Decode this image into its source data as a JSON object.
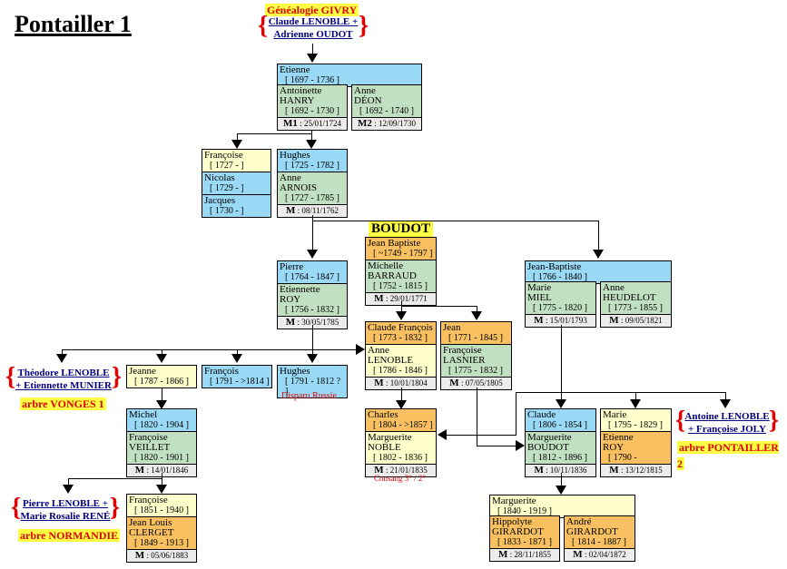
{
  "page_title": "Pontailler 1",
  "colors": {
    "blue": "#99d9f5",
    "green": "#c1e0c1",
    "yellow": "#ffffcc",
    "orange": "#f8c060",
    "gray": "#ececec",
    "highlight": "#ffff44",
    "red": "#e00000",
    "link": "#000080"
  },
  "top_link": {
    "label": "Généalogie GIVRY",
    "line1": "Claude LENOBLE +",
    "line2": "Adrienne OUDOT"
  },
  "boudot_label": "BOUDOT",
  "persons": {
    "etienne": {
      "name": "Etienne",
      "dates": "[ 1697 - 1736 ]"
    },
    "antoinette": {
      "name": "Antoinette",
      "surname": "HANRY",
      "dates": "[ 1692 - 1730 ]",
      "marriage_label": "M1",
      "marriage": ": 25/01/1724"
    },
    "anne_deon": {
      "name": "Anne",
      "surname": "DÉON",
      "dates": "[ 1692 - 1740 ]",
      "marriage_label": "M2",
      "marriage": ": 12/09/1730"
    },
    "francoise1727": {
      "name": "Françoise",
      "dates": "[ 1727 -  ]"
    },
    "nicolas": {
      "name": "Nicolas",
      "dates": "[ 1729 -  ]"
    },
    "jacques": {
      "name": "Jacques",
      "dates": "[ 1730 -  ]"
    },
    "hughes1725": {
      "name": "Hughes",
      "dates": "[ 1725 - 1782 ]"
    },
    "anne_arnois": {
      "name": "Anne",
      "surname": "ARNOIS",
      "dates": "[ 1727 - 1785 ]",
      "marriage_label": "M",
      "marriage": ": 08/11/1762"
    },
    "jean_baptiste_boudot": {
      "name": "Jean Baptiste",
      "dates": "[ ~1749 - 1797 ]"
    },
    "michelle": {
      "name": "Michelle",
      "surname": "BARRAUD",
      "dates": "[ 1752 - 1815 ]",
      "marriage_label": "M",
      "marriage": ": 29/01/1771"
    },
    "pierre": {
      "name": "Pierre",
      "dates": "[ 1764 - 1847 ]"
    },
    "etiennette": {
      "name": "Etiennette",
      "surname": "ROY",
      "dates": "[ 1756 - 1832 ]",
      "marriage_label": "M",
      "marriage": ": 30/05/1785"
    },
    "jean_baptiste1766": {
      "name": "Jean-Baptiste",
      "dates": "[ 1766 - 1840 ]"
    },
    "marie_miel": {
      "name": "Marie",
      "surname": "MIEL",
      "dates": "[ 1775 - 1820 ]",
      "marriage_label": "M",
      "marriage": ": 15/01/1793"
    },
    "anne_heudelot": {
      "name": "Anne",
      "surname": "HEUDELOT",
      "dates": "[ 1773 - 1855 ]",
      "marriage_label": "M",
      "marriage": ": 09/05/1821"
    },
    "claude_francois": {
      "name": "Claude François",
      "dates": "[ 1773 - 1832 ]"
    },
    "anne_lenoble": {
      "name": "Anne",
      "surname": "LENOBLE",
      "dates": "[ 1786 - 1846 ]",
      "marriage_label": "M",
      "marriage": ": 10/01/1804"
    },
    "jean1771": {
      "name": "Jean",
      "dates": "[ 1771 - 1845 ]"
    },
    "francoise_lasnier": {
      "name": "Françoise",
      "surname": "LASNIER",
      "dates": "[ 1775 - 1832 ]",
      "marriage_label": "M",
      "marriage": ": 07/05/1805"
    },
    "jeanne": {
      "name": "Jeanne",
      "dates": "[ 1787 - 1866 ]"
    },
    "francois1791": {
      "name": "François",
      "dates": "[ 1791 - >1814 ]"
    },
    "hughes1791": {
      "name": "Hughes",
      "dates": "[ 1791 - 1812 ? ]",
      "note": "Disparu Russie"
    },
    "michel": {
      "name": "Michel",
      "dates": "[ 1820 - 1904 ]"
    },
    "francoise_veillet": {
      "name": "Françoise",
      "surname": "VEILLET",
      "dates": "[ 1820 - 1901 ]",
      "marriage_label": "M",
      "marriage": ": 14/01/1846"
    },
    "charles": {
      "name": "Charles",
      "dates": "[ 1804 - >1857 ]"
    },
    "marguerite_noble": {
      "name": "Marguerite",
      "surname": "NOBLE",
      "dates": "[ 1802 - 1836 ]",
      "marriage_label": "M",
      "marriage": ": 21/01/1835",
      "note": "Consang 3° / 2°"
    },
    "claude1806": {
      "name": "Claude",
      "dates": "[ 1806 - 1854 ]"
    },
    "marguerite_boudot": {
      "name": "Marguerite",
      "surname": "BOUDOT",
      "dates": "[ 1812 - 1896 ]",
      "marriage_label": "M",
      "marriage": ": 10/11/1836"
    },
    "marie1795": {
      "name": "Marie",
      "dates": "[ 1795 - 1829 ]"
    },
    "etienne_roy": {
      "name": "Etienne",
      "surname": "ROY",
      "dates": "[ 1790 -",
      "marriage_label": "M",
      "marriage": ": 13/12/1815"
    },
    "francoise1851": {
      "name": "Françoise",
      "dates": "[ 1851 - 1940 ]"
    },
    "jean_louis": {
      "name": "Jean Louis",
      "surname": "CLERGET",
      "dates": "[ 1849 - 1913 ]",
      "marriage_label": "M",
      "marriage": ": 05/06/1883"
    },
    "marguerite1840": {
      "name": "Marguerite",
      "dates": "[ 1840 - 1919 ]"
    },
    "hippolyte": {
      "name": "Hippolyte",
      "surname": "GIRARDOT",
      "dates": "[ 1833 - 1871 ]",
      "marriage_label": "M",
      "marriage": ": 28/11/1855"
    },
    "andre": {
      "name": "André",
      "surname": "GIRARDOT",
      "dates": "[ 1814 - 1887 ]",
      "marriage_label": "M",
      "marriage": ": 02/04/1872"
    }
  },
  "external_links": {
    "vonges": {
      "line1": "Théodore LENOBLE",
      "line2": "+ Etiennette MUNIER",
      "tree": "arbre VONGES 1"
    },
    "normandie": {
      "line1": "Pierre LENOBLE +",
      "line2": "Marie Rosalie RENÉ",
      "tree": "arbre NORMANDIE"
    },
    "pontailler2": {
      "line1": "Antoine LENOBLE",
      "line2": "+ Françoise JOLY",
      "tree": "arbre PONTAILLER 2"
    }
  }
}
